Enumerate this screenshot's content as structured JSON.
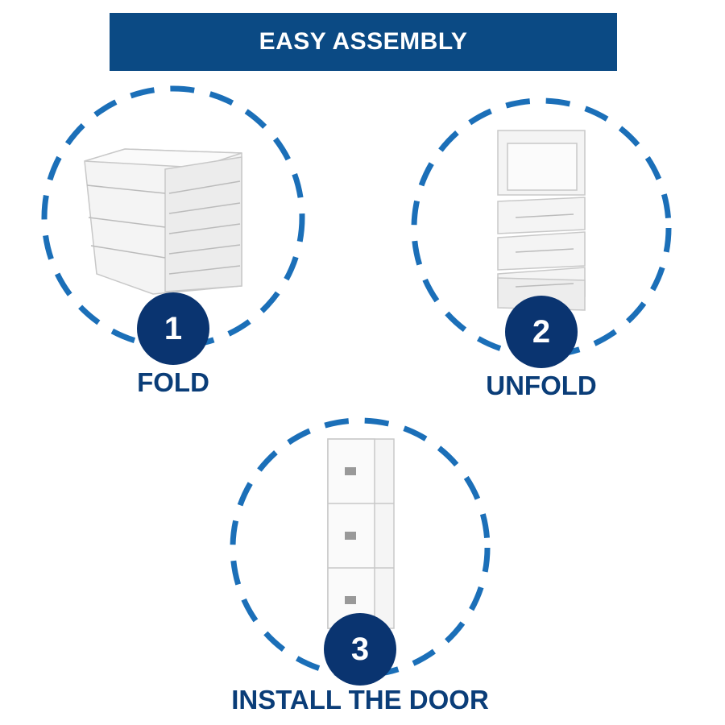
{
  "header": {
    "title": "EASY ASSEMBLY"
  },
  "steps": [
    {
      "number": "1",
      "label": "FOLD"
    },
    {
      "number": "2",
      "label": "UNFOLD"
    },
    {
      "number": "3",
      "label": "INSTALL THE DOOR"
    }
  ],
  "colors": {
    "banner": "#0b4a84",
    "badge": "#0a3470",
    "dash": "#1b6fb8",
    "label": "#0a3d78"
  }
}
